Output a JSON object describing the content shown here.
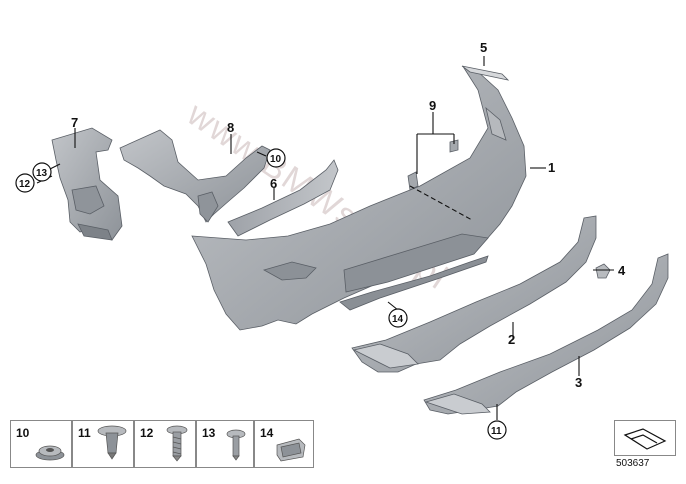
{
  "watermark": "www.BMWstore.pl",
  "callouts": {
    "c1": "1",
    "c2": "2",
    "c3": "3",
    "c4": "4",
    "c5": "5",
    "c6": "6",
    "c7": "7",
    "c8": "8",
    "c9": "9",
    "c10": "10",
    "c11": "11",
    "c12": "12",
    "c13": "13",
    "c14": "14"
  },
  "legend": [
    {
      "num": "10",
      "icon": "nut-icon"
    },
    {
      "num": "11",
      "icon": "expanding-nut-icon"
    },
    {
      "num": "12",
      "icon": "torx-screw-icon"
    },
    {
      "num": "13",
      "icon": "screw-icon"
    },
    {
      "num": "14",
      "icon": "speed-nut-icon"
    }
  ],
  "diagram_id": "503637",
  "colors": {
    "part_fill": "#a7abb1",
    "part_dark": "#8d9298",
    "part_light": "#c4c7cb"
  }
}
